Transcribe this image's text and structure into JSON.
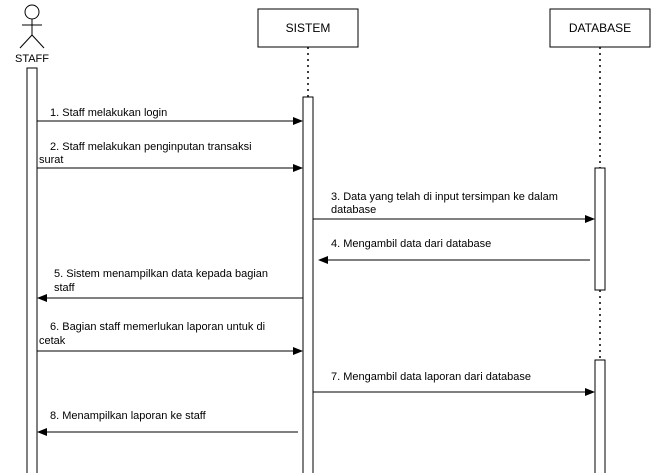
{
  "actor": {
    "label": "STAFF"
  },
  "participants": {
    "sistem": "SISTEM",
    "database": "DATABASE"
  },
  "messages": [
    {
      "lines": [
        "1. Staff melakukan login"
      ]
    },
    {
      "lines": [
        "2. Staff melakukan penginputan transaksi",
        "surat"
      ]
    },
    {
      "lines": [
        "3. Data yang telah di input tersimpan ke dalam",
        "database"
      ]
    },
    {
      "lines": [
        "4. Mengambil data dari database"
      ]
    },
    {
      "lines": [
        "5. Sistem menampilkan data kepada bagian",
        "staff"
      ]
    },
    {
      "lines": [
        "6. Bagian staff memerlukan laporan untuk di",
        "cetak"
      ]
    },
    {
      "lines": [
        "7. Mengambil data laporan dari database"
      ]
    },
    {
      "lines": [
        "8. Menampilkan laporan ke staff"
      ]
    }
  ]
}
